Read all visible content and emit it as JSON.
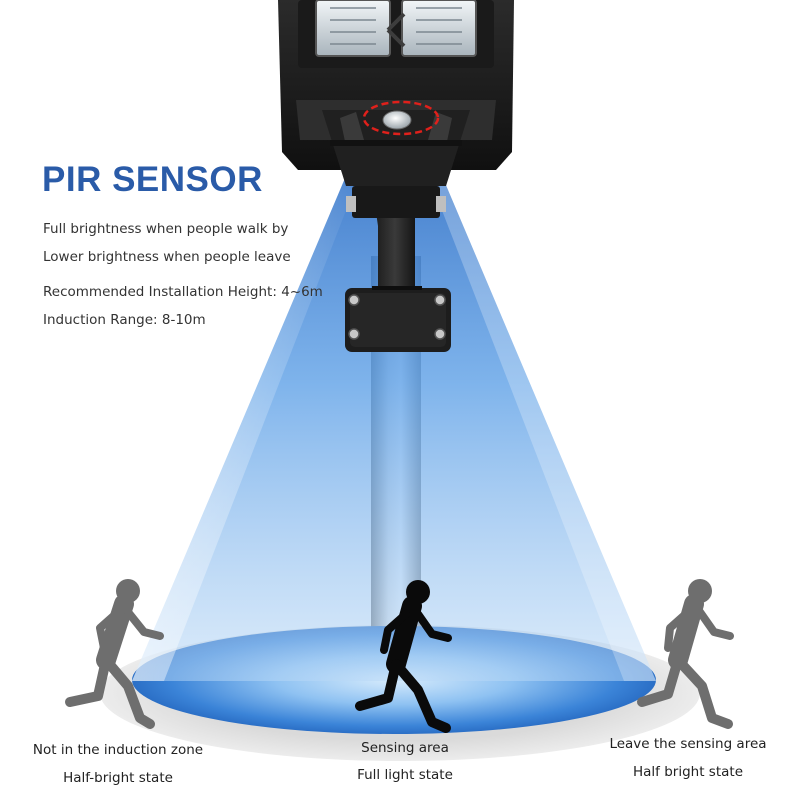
{
  "title": "PIR SENSOR",
  "features": [
    "Full brightness when people walk by",
    "Lower brightness when people leave",
    "Recommended Installation Height: 4~6m",
    "Induction Range: 8-10m"
  ],
  "zones": [
    {
      "name": "Not in the induction zone",
      "state": "Half-bright state"
    },
    {
      "name": "Sensing area",
      "state": "Full light state"
    },
    {
      "name": "Leave the sensing area",
      "state": "Half bright state"
    }
  ],
  "colors": {
    "title": "#2a5ba8",
    "beam": "#3d86d6",
    "runner_active": "#0a0a0a",
    "runner_idle": "#6e6e6e"
  },
  "icons": [
    "street-lamp-icon",
    "pir-sensor-icon",
    "runner-icon"
  ]
}
